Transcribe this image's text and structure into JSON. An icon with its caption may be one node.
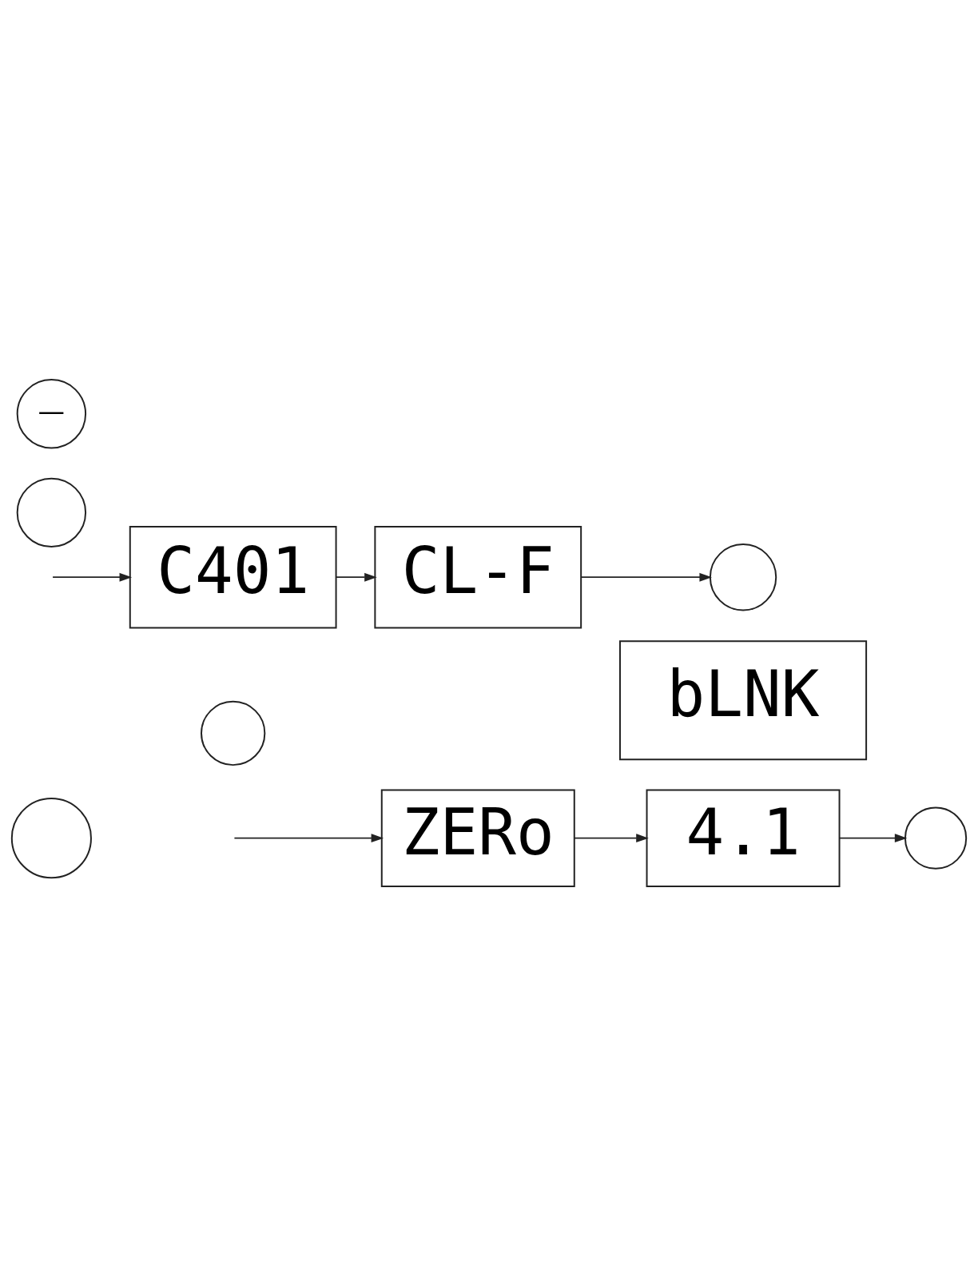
{
  "diagram": {
    "nodes": [
      {
        "text": [
          "—"
        ]
      },
      {
        "text": [],
        "shape": "circle"
      },
      {
        "text": [
          "C401"
        ]
      },
      {
        "text": [
          "CL-F"
        ]
      },
      {
        "text": [],
        "shape": "circle"
      },
      {
        "text": [
          "bLNK"
        ]
      },
      {
        "text": [],
        "shape": "circle"
      },
      {
        "text": [],
        "shape": "circle"
      },
      {
        "text": [
          "ZERo"
        ]
      },
      {
        "text": [
          "4.1"
        ]
      },
      {
        "text": [],
        "shape": "circle"
      }
    ],
    "edges": [
      {
        "from": null,
        "to": 2,
        "arrow": "to"
      },
      {
        "from": 2,
        "to": 3,
        "arrow": "to"
      },
      {
        "from": 3,
        "to": 4,
        "arrow": "to"
      },
      {
        "from": null,
        "to": 8,
        "arrow": "to"
      },
      {
        "from": 8,
        "to": 9,
        "arrow": "to"
      },
      {
        "from": 9,
        "to": 10,
        "arrow": "to"
      }
    ]
  }
}
